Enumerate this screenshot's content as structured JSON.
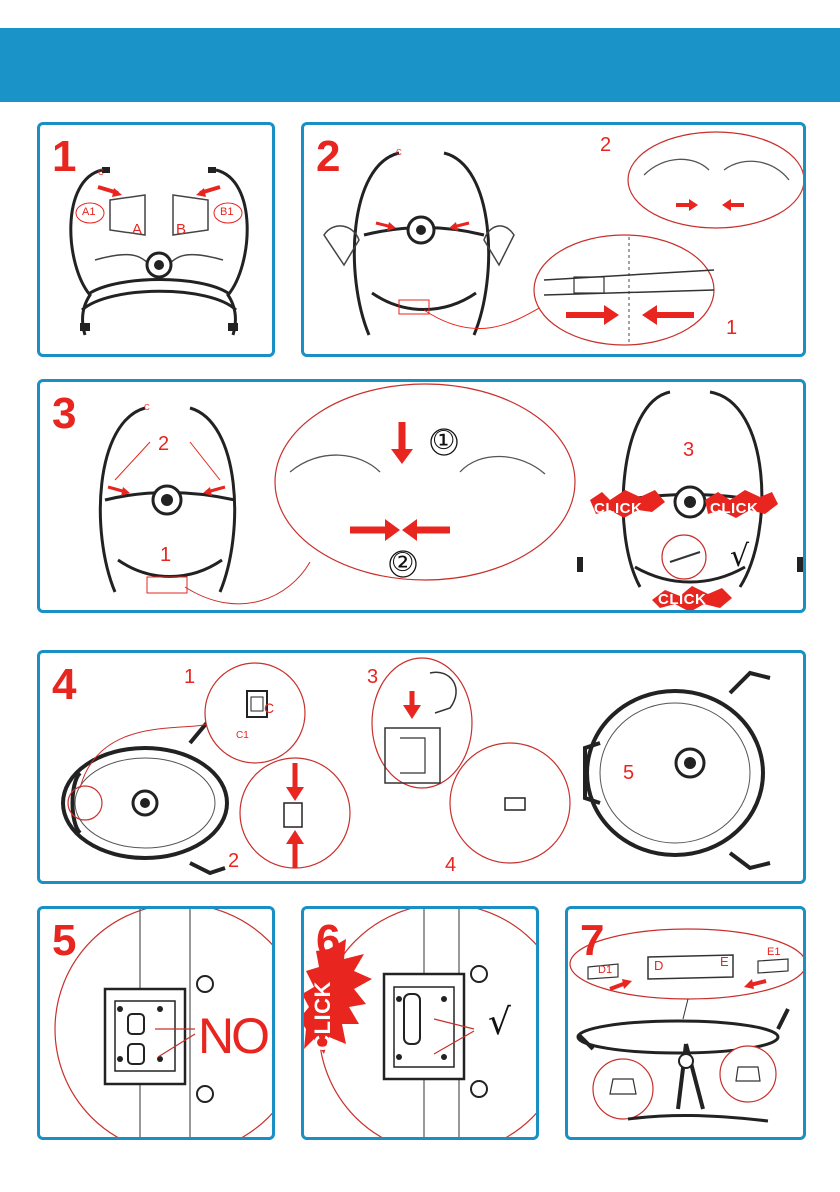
{
  "colors": {
    "banner": "#1a94c8",
    "border": "#1a8fc4",
    "accent": "#e8251f"
  },
  "steps": [
    {
      "number": "1",
      "labels": {
        "a1": "A1",
        "a": "A",
        "b": "B",
        "b1": "B1",
        "c": "C"
      }
    },
    {
      "number": "2",
      "sub_labels": [
        "2",
        "1"
      ],
      "c": "C"
    },
    {
      "number": "3",
      "sub_labels": [
        "2",
        "1",
        "3"
      ],
      "circled": [
        "①",
        "②"
      ],
      "click": [
        "CLICK",
        "CLICK",
        "CLICK"
      ],
      "check": "√",
      "c": "C"
    },
    {
      "number": "4",
      "sub_labels": [
        "1",
        "2",
        "3",
        "4",
        "5"
      ],
      "c": "C",
      "c1": "C1"
    },
    {
      "number": "5",
      "result": "NO"
    },
    {
      "number": "6",
      "click": "CLICK",
      "check": "√"
    },
    {
      "number": "7",
      "labels": {
        "d1": "D1",
        "d": "D",
        "e": "E",
        "e1": "E1"
      }
    }
  ]
}
